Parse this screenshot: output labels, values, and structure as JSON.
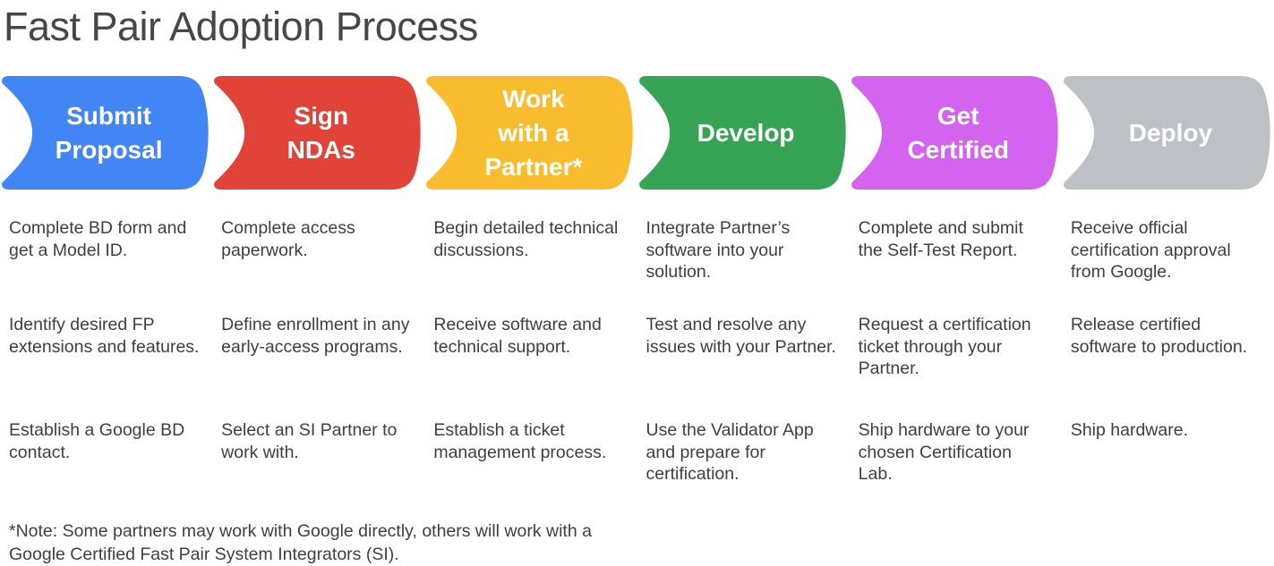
{
  "title": "Fast Pair Adoption Process",
  "colors": {
    "title_text": "#45484B",
    "body_text": "#3C4043",
    "step_label_text": "#FFFFFF",
    "blue": "#4285F4",
    "red": "#E14338",
    "yellow": "#F9BC2F",
    "green": "#37A455",
    "magenta": "#D464F0",
    "gray": "#BDC1C6"
  },
  "steps": [
    {
      "label": "Submit\nProposal",
      "color": "#4285F4",
      "items": [
        "Complete BD form and get a Model ID.",
        "Identify desired FP extensions and features.",
        "Establish a Google BD contact."
      ]
    },
    {
      "label": "Sign\nNDAs",
      "color": "#E14338",
      "items": [
        "Complete access paperwork.",
        "Define enrollment in any early-access programs.",
        "Select an SI Partner to work with."
      ]
    },
    {
      "label": "Work\nwith a\nPartner*",
      "color": "#F9BC2F",
      "items": [
        "Begin detailed technical discussions.",
        "Receive software and technical support.",
        "Establish a ticket management process."
      ]
    },
    {
      "label": "Develop",
      "color": "#37A455",
      "items": [
        "Integrate Partner’s software into your solution.",
        "Test and resolve any issues with your Partner.",
        "Use the Validator App and prepare for certification."
      ]
    },
    {
      "label": "Get\nCertified",
      "color": "#D464F0",
      "items": [
        "Complete and submit the Self-Test Report.",
        "Request a certification ticket through your Partner.",
        "Ship hardware to your chosen Certification Lab."
      ]
    },
    {
      "label": "Deploy",
      "color": "#BDC1C6",
      "items": [
        "Receive official certification approval from Google.",
        "Release certified software to production.",
        "Ship hardware."
      ]
    }
  ],
  "note": "*Note: Some partners may work with Google directly, others will work with a Google Certified Fast Pair System Integrators (SI)."
}
